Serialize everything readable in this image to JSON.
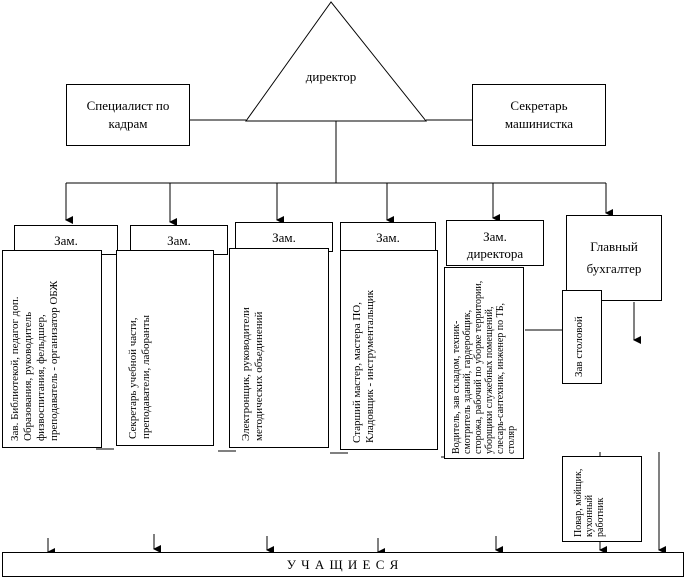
{
  "top": {
    "director": "директор",
    "hr_line1": "Специалист по",
    "hr_line2": "кадрам",
    "sec_line1": "Секретарь",
    "sec_line2": "машинистка"
  },
  "deputies": {
    "z1_head": "Зам.",
    "z1_body": "Зав. Библиотекой, педагог доп. Образования, руководитель физвоспитания, фельдшер, преподаватель - организатор ОБЖ",
    "z2_head": "Зам.",
    "z2_body": "Секретарь учебной части, преподаватели, лаборанты",
    "z3_head": "Зам.",
    "z3_body": "Электронщик, руководители методических объединений",
    "z4_head": "Зам.",
    "z4_body": "Старший мастер, мастера ПО, Кладовщик - инструментальщик",
    "z5_head_line1": "Зам.",
    "z5_head_line2": "директора",
    "z5_body": "Водитель, зав складом, техник-смотритель зданий, гардеробщик, сторожа, рабочий по уборке территории, уборщики служебных помещений, слесарь-сантехник, инженер по ТБ, столяр",
    "acc_line1": "Главный",
    "acc_line2": "бухгалтер",
    "canteen_head": "Зав столовой",
    "kitchen": "Повар, мойщик, кухонный работник"
  },
  "bottom": {
    "students": "У Ч А Щ И Е С Я"
  }
}
